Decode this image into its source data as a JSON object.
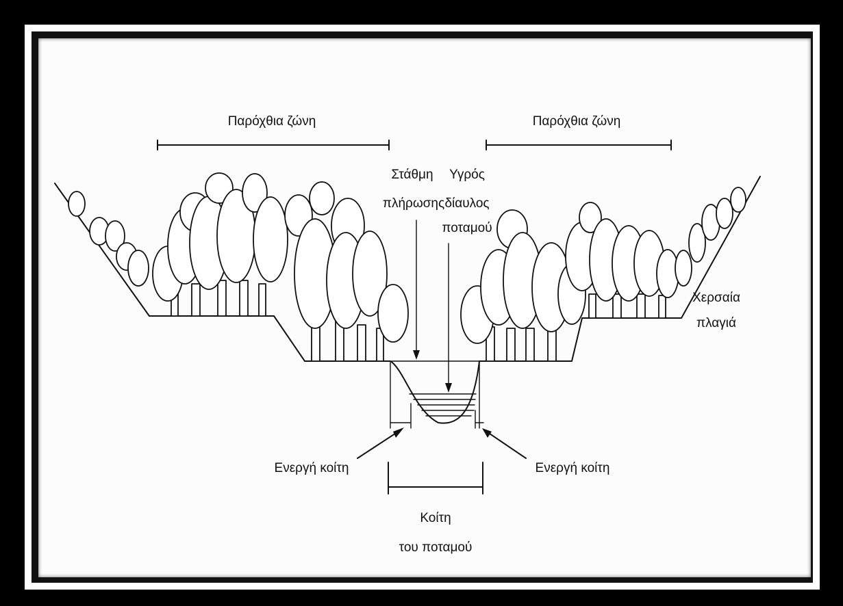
{
  "labels": {
    "riparian_left": "Παρόχθια ζώνη",
    "riparian_right": "Παρόχθια ζώνη",
    "bankfull_line1": "Στάθμη",
    "bankfull_line2": "πλήρωσης",
    "wetted_line1": "Υγρός",
    "wetted_line2": "δίαυλος",
    "wetted_line3": "ποταμού",
    "upland_line1": "Χερσαία",
    "upland_line2": "πλαγιά",
    "active_left": "Ενεργή κοίτη",
    "active_right": "Ενεργή κοίτη",
    "bed_line1": "Κοίτη",
    "bed_line2": "του ποταμού"
  },
  "colors": {
    "frame": "#000000",
    "border": "#ffffff",
    "paper": "#fcfcfc",
    "ink": "#111111"
  }
}
